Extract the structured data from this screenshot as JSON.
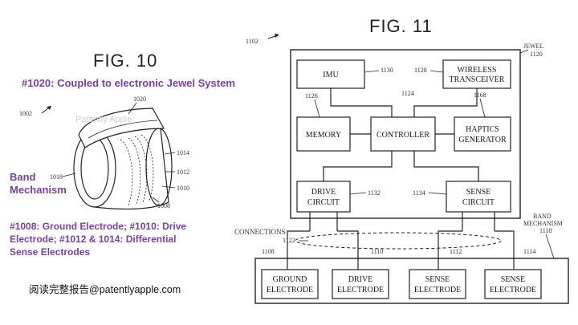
{
  "fig10": {
    "title": "FIG. 10",
    "caption_top": "#1020: Coupled to electronic Jewel System",
    "band_label_line1": "Band",
    "band_label_line2": "Mechanism",
    "caption_bottom_line1": "#1008: Ground Electrode; #1010: Drive",
    "caption_bottom_line2": "Electrode; #1012 & 1014: Differential",
    "caption_bottom_line3": "Sense Electrodes",
    "refs": {
      "r1002": "1002",
      "r1020": "1020",
      "r1014": "1014",
      "r1012": "1012",
      "r1010": "1010",
      "r1008": "1008",
      "r1018": "1018"
    },
    "watermark": "Patently Apple"
  },
  "fig11": {
    "title": "FIG. 11",
    "ref_1102": "1102",
    "jewel_label": "JEWEL",
    "jewel_ref": "1120",
    "band_label_1": "BAND",
    "band_label_2": "MECHANISM",
    "band_ref": "1118",
    "connections_label": "CONNECTIONS",
    "connections_ref": "1122",
    "blocks": {
      "imu": {
        "label": "IMU",
        "ref": "1130"
      },
      "wireless": {
        "line1": "WIRELESS",
        "line2": "TRANSCEIVER",
        "ref": "1128"
      },
      "memory": {
        "label": "MEMORY",
        "ref": "1126"
      },
      "controller": {
        "label": "CONTROLLER",
        "ref": "1124"
      },
      "haptics": {
        "line1": "HAPTICS",
        "line2": "GENERATOR",
        "ref": "1168"
      },
      "drive_circuit": {
        "line1": "DRIVE",
        "line2": "CIRCUIT",
        "ref": "1132"
      },
      "sense_circuit": {
        "line1": "SENSE",
        "line2": "CIRCUIT",
        "ref": "1134"
      },
      "ground_electrode": {
        "line1": "GROUND",
        "line2": "ELECTRODE",
        "ref": "1108"
      },
      "drive_electrode": {
        "line1": "DRIVE",
        "line2": "ELECTRODE",
        "ref": "1110"
      },
      "sense_electrode_1": {
        "line1": "SENSE",
        "line2": "ELECTRODE",
        "ref": "1112"
      },
      "sense_electrode_2": {
        "line1": "SENSE",
        "line2": "ELECTRODE",
        "ref": "1114"
      }
    }
  },
  "credit": "阅读完整报告@patentlyapple.com"
}
